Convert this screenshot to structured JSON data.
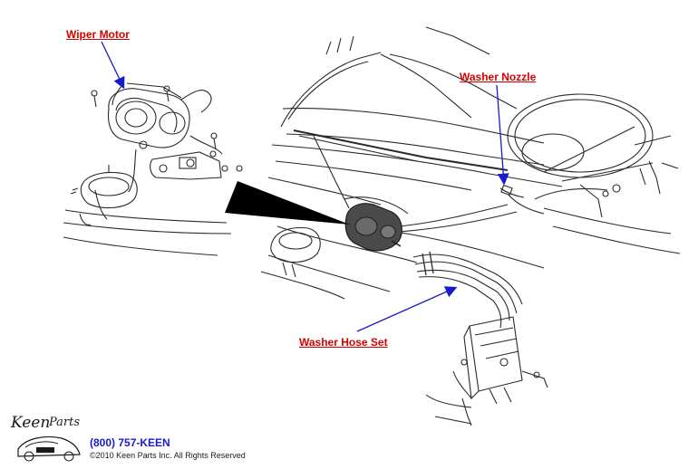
{
  "callouts": {
    "wiper_motor": "Wiper Motor",
    "washer_nozzle": "Washer Nozzle",
    "washer_hose_set": "Washer Hose Set"
  },
  "brand": {
    "logo_text": "Keen Parts",
    "phone": "(800) 757-KEEN",
    "copyright": "©2010 Keen Parts Inc. All Rights Reserved"
  },
  "colors": {
    "label": "#d40000",
    "arrow": "#1a1acc",
    "line": "#2a2a2a"
  }
}
